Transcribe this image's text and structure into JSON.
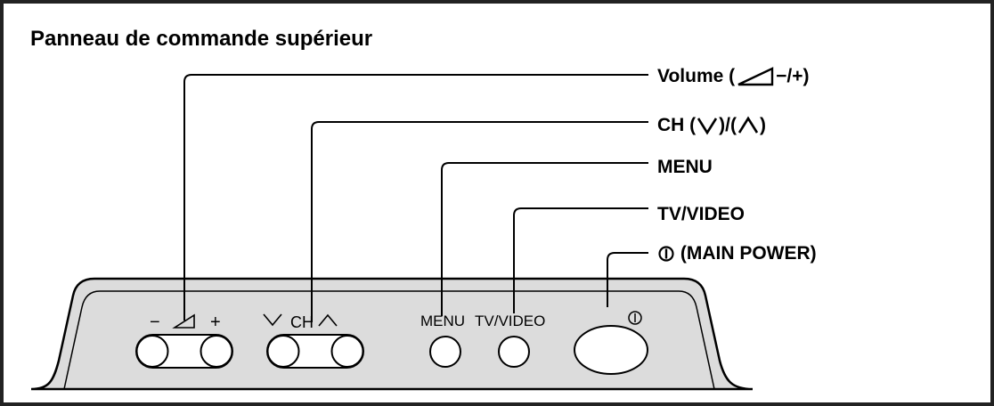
{
  "title": "Panneau de commande supérieur",
  "callouts": {
    "volume": {
      "prefix": "Volume (",
      "suffix": "−/+)"
    },
    "channel": {
      "prefix": "CH (",
      "middle": ")/(",
      "suffix": ")"
    },
    "menu": "MENU",
    "tv_video": "TV/VIDEO",
    "power": {
      "label": "(MAIN POWER)"
    }
  },
  "panel": {
    "volume": {
      "minus": "−",
      "plus": "+"
    },
    "channel": {
      "label": "CH"
    },
    "menu": "MENU",
    "tv_video": "TV/VIDEO"
  }
}
